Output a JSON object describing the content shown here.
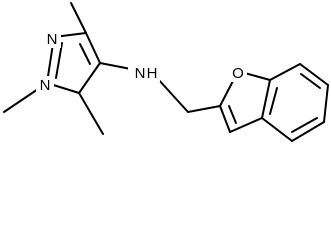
{
  "atoms": {
    "n_pyrazole_top": "N",
    "n_pyrazole_bottom": "N",
    "n_amine": "N",
    "h_amine": "H",
    "o_furan": "O"
  }
}
